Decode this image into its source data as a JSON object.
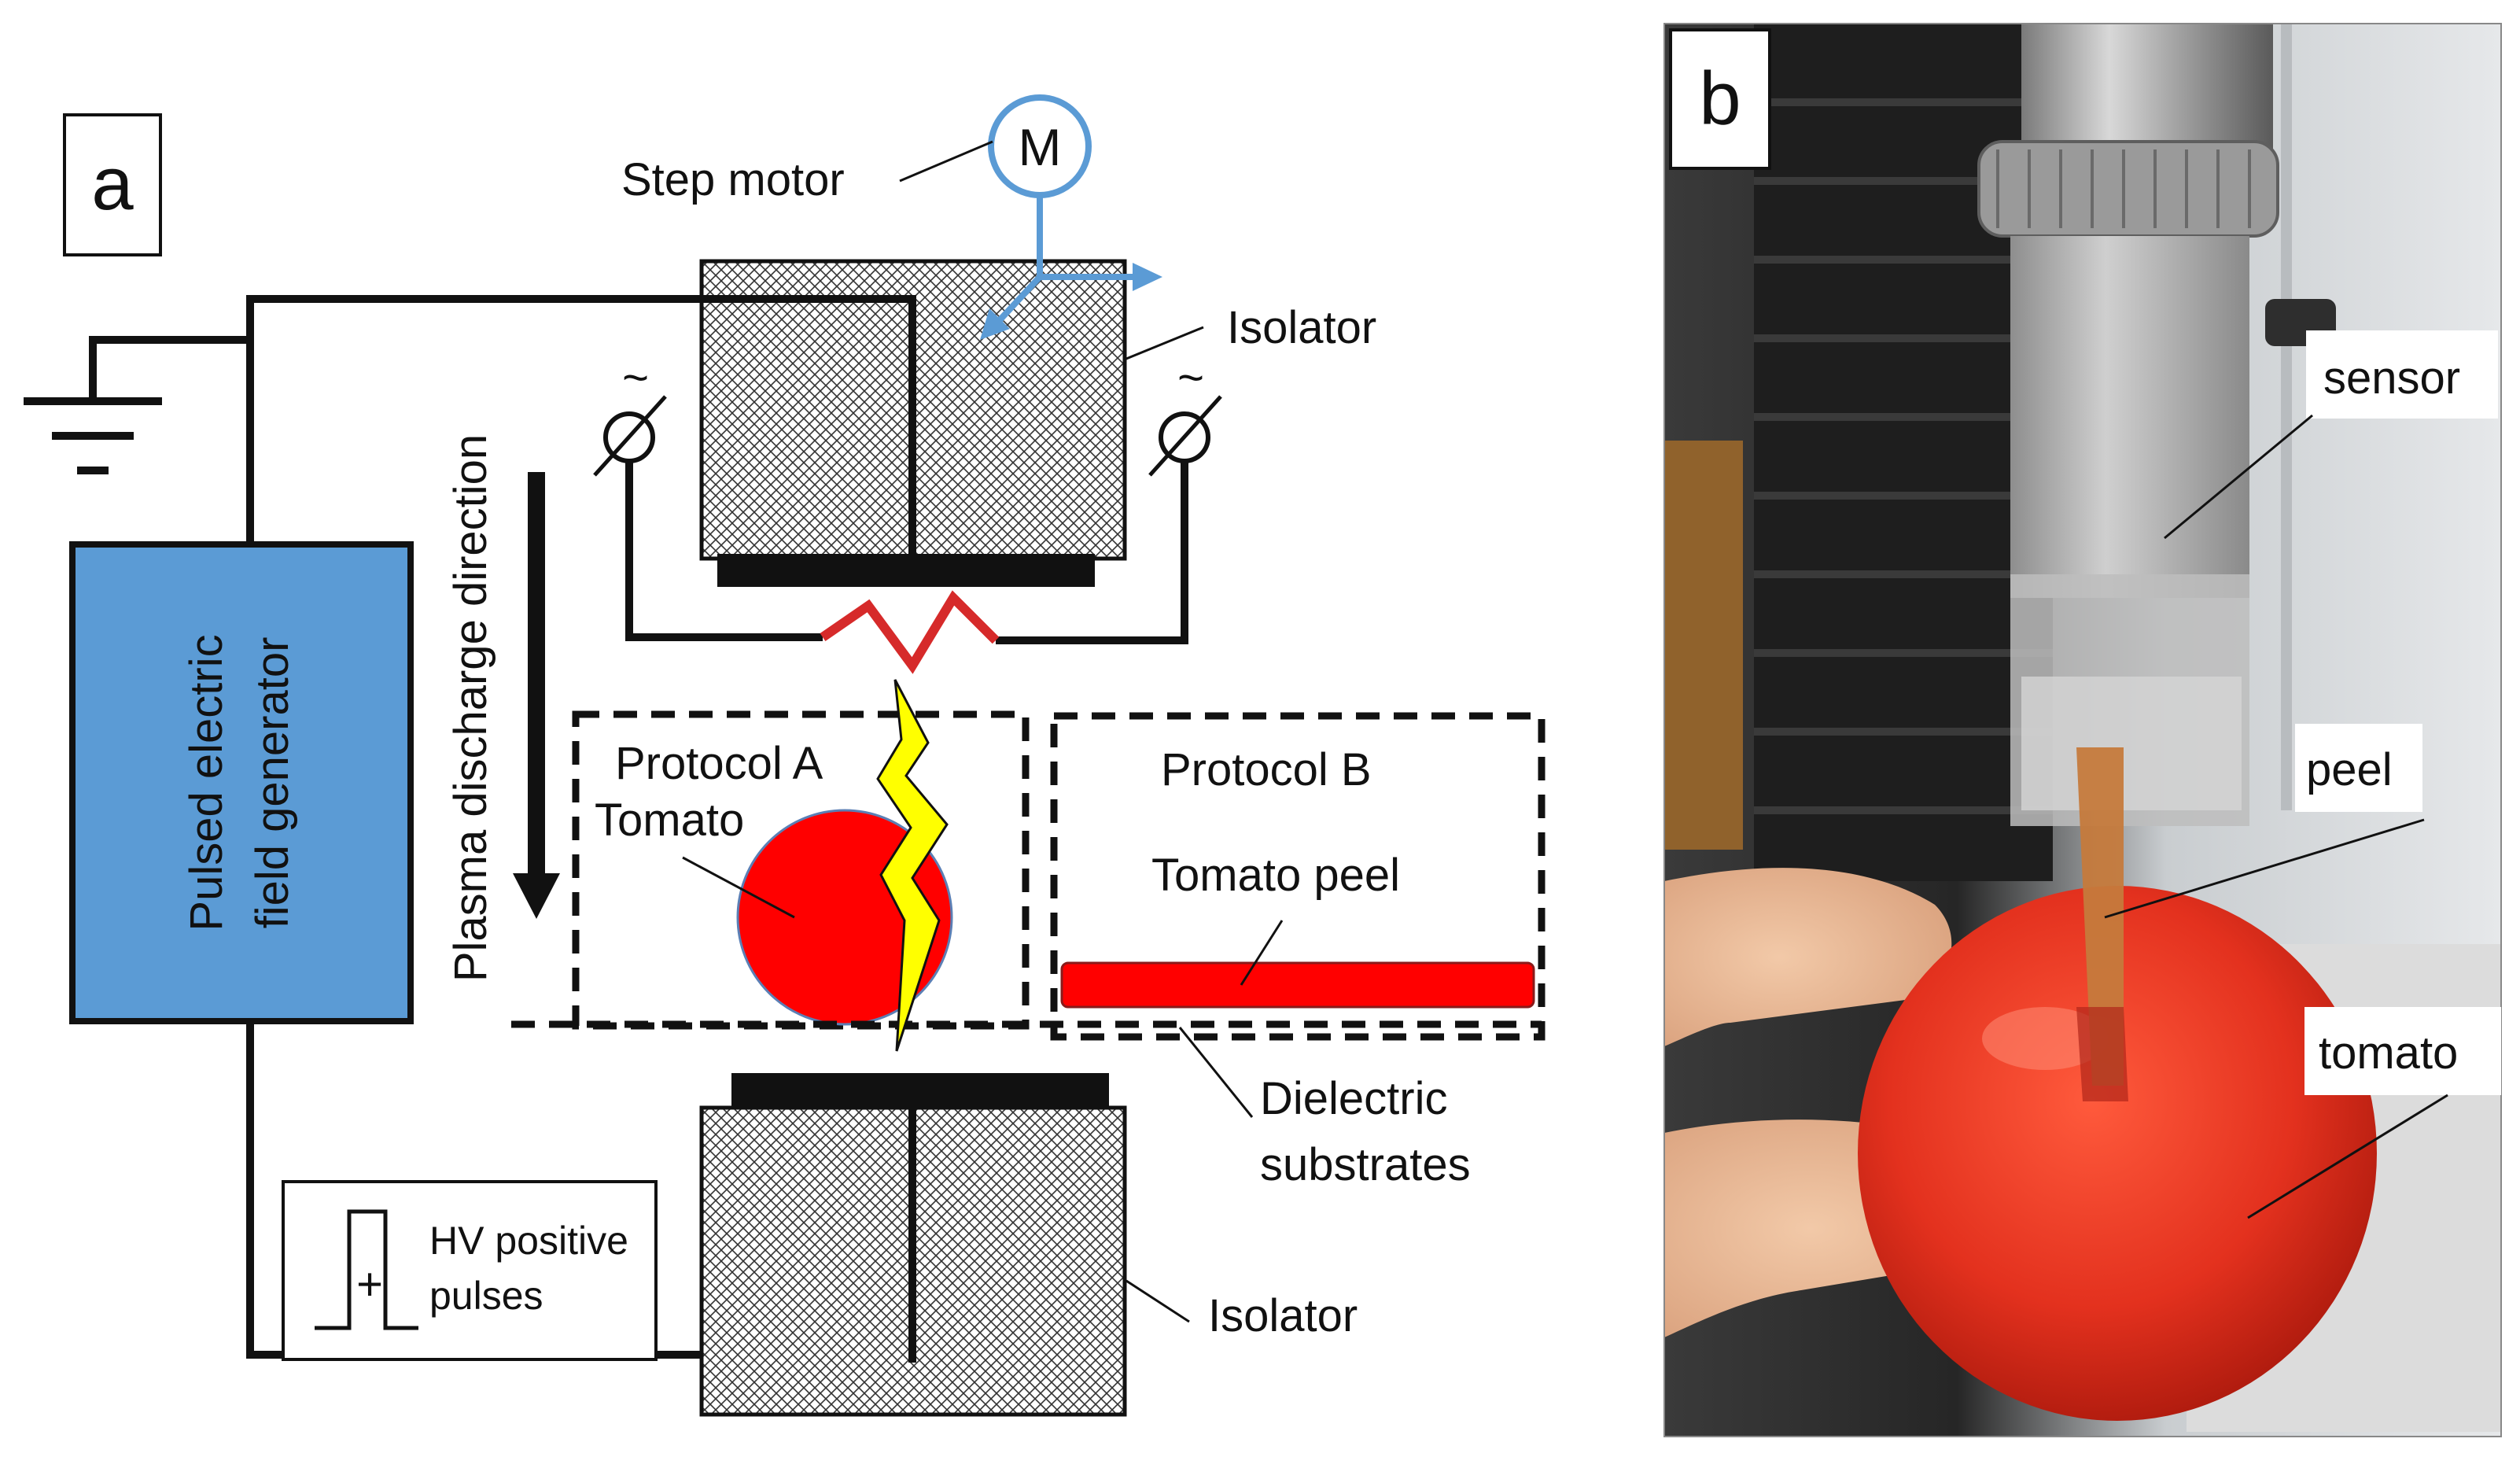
{
  "panel_a": {
    "tag": "a",
    "motor_symbol": "M",
    "step_motor_label": "Step motor",
    "isolator_top_label": "Isolator",
    "isolator_bottom_label": "Isolator",
    "generator_label_line1": "Pulsed electric",
    "generator_label_line2": "field generator",
    "plasma_label": "Plasma discharge direction",
    "protocol_a_title": "Protocol A",
    "protocol_a_item": "Tomato",
    "protocol_b_title": "Protocol B",
    "protocol_b_item": "Tomato peel",
    "dielectric_line1": "Dielectric",
    "dielectric_line2": "substrates",
    "pulse_line1": "HV positive",
    "pulse_line2": "pulses",
    "pulse_sign": "+",
    "ac_symbol_left": "~",
    "ac_symbol_right": "~"
  },
  "panel_b": {
    "tag": "b",
    "sensor_label": "sensor",
    "peel_label": "peel",
    "tomato_label": "tomato"
  },
  "colors": {
    "generator_blue": "#5b9bd5",
    "motor_blue": "#5b9bd5",
    "tomato_red": "#ff0000",
    "spark_red": "#d62a2a",
    "lightning_yellow": "#ffff00"
  }
}
